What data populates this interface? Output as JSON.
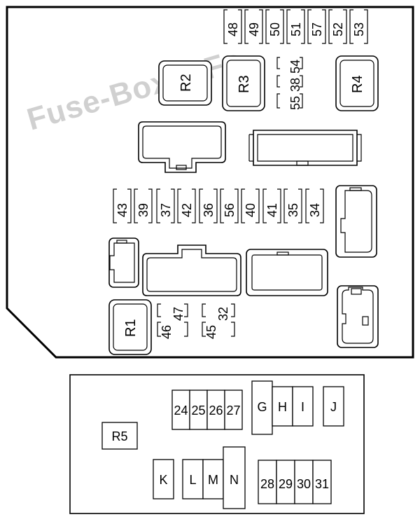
{
  "watermark": "Fuse-Box.inFo",
  "upper_panel": {
    "relays": [
      "R2",
      "R3",
      "R4",
      "R1"
    ],
    "fuses_top_row": [
      "48",
      "49",
      "50",
      "51",
      "57",
      "52",
      "53"
    ],
    "fuses_small_stack": [
      "54",
      "38",
      "55"
    ],
    "fuses_middle_row": [
      "43",
      "39",
      "37",
      "42",
      "36",
      "56",
      "40",
      "41",
      "35",
      "34"
    ],
    "fuses_bottom_left": [
      "47",
      "46"
    ],
    "fuses_bottom_right": [
      "32",
      "45"
    ]
  },
  "lower_panel": {
    "relay": "R5",
    "fuses_upper": [
      "24",
      "25",
      "26",
      "27"
    ],
    "large_fuses_upper": [
      "G",
      "H",
      "I",
      "J"
    ],
    "large_fuses_lower": [
      "K",
      "L",
      "M",
      "N"
    ],
    "fuses_lower": [
      "28",
      "29",
      "30",
      "31"
    ]
  }
}
